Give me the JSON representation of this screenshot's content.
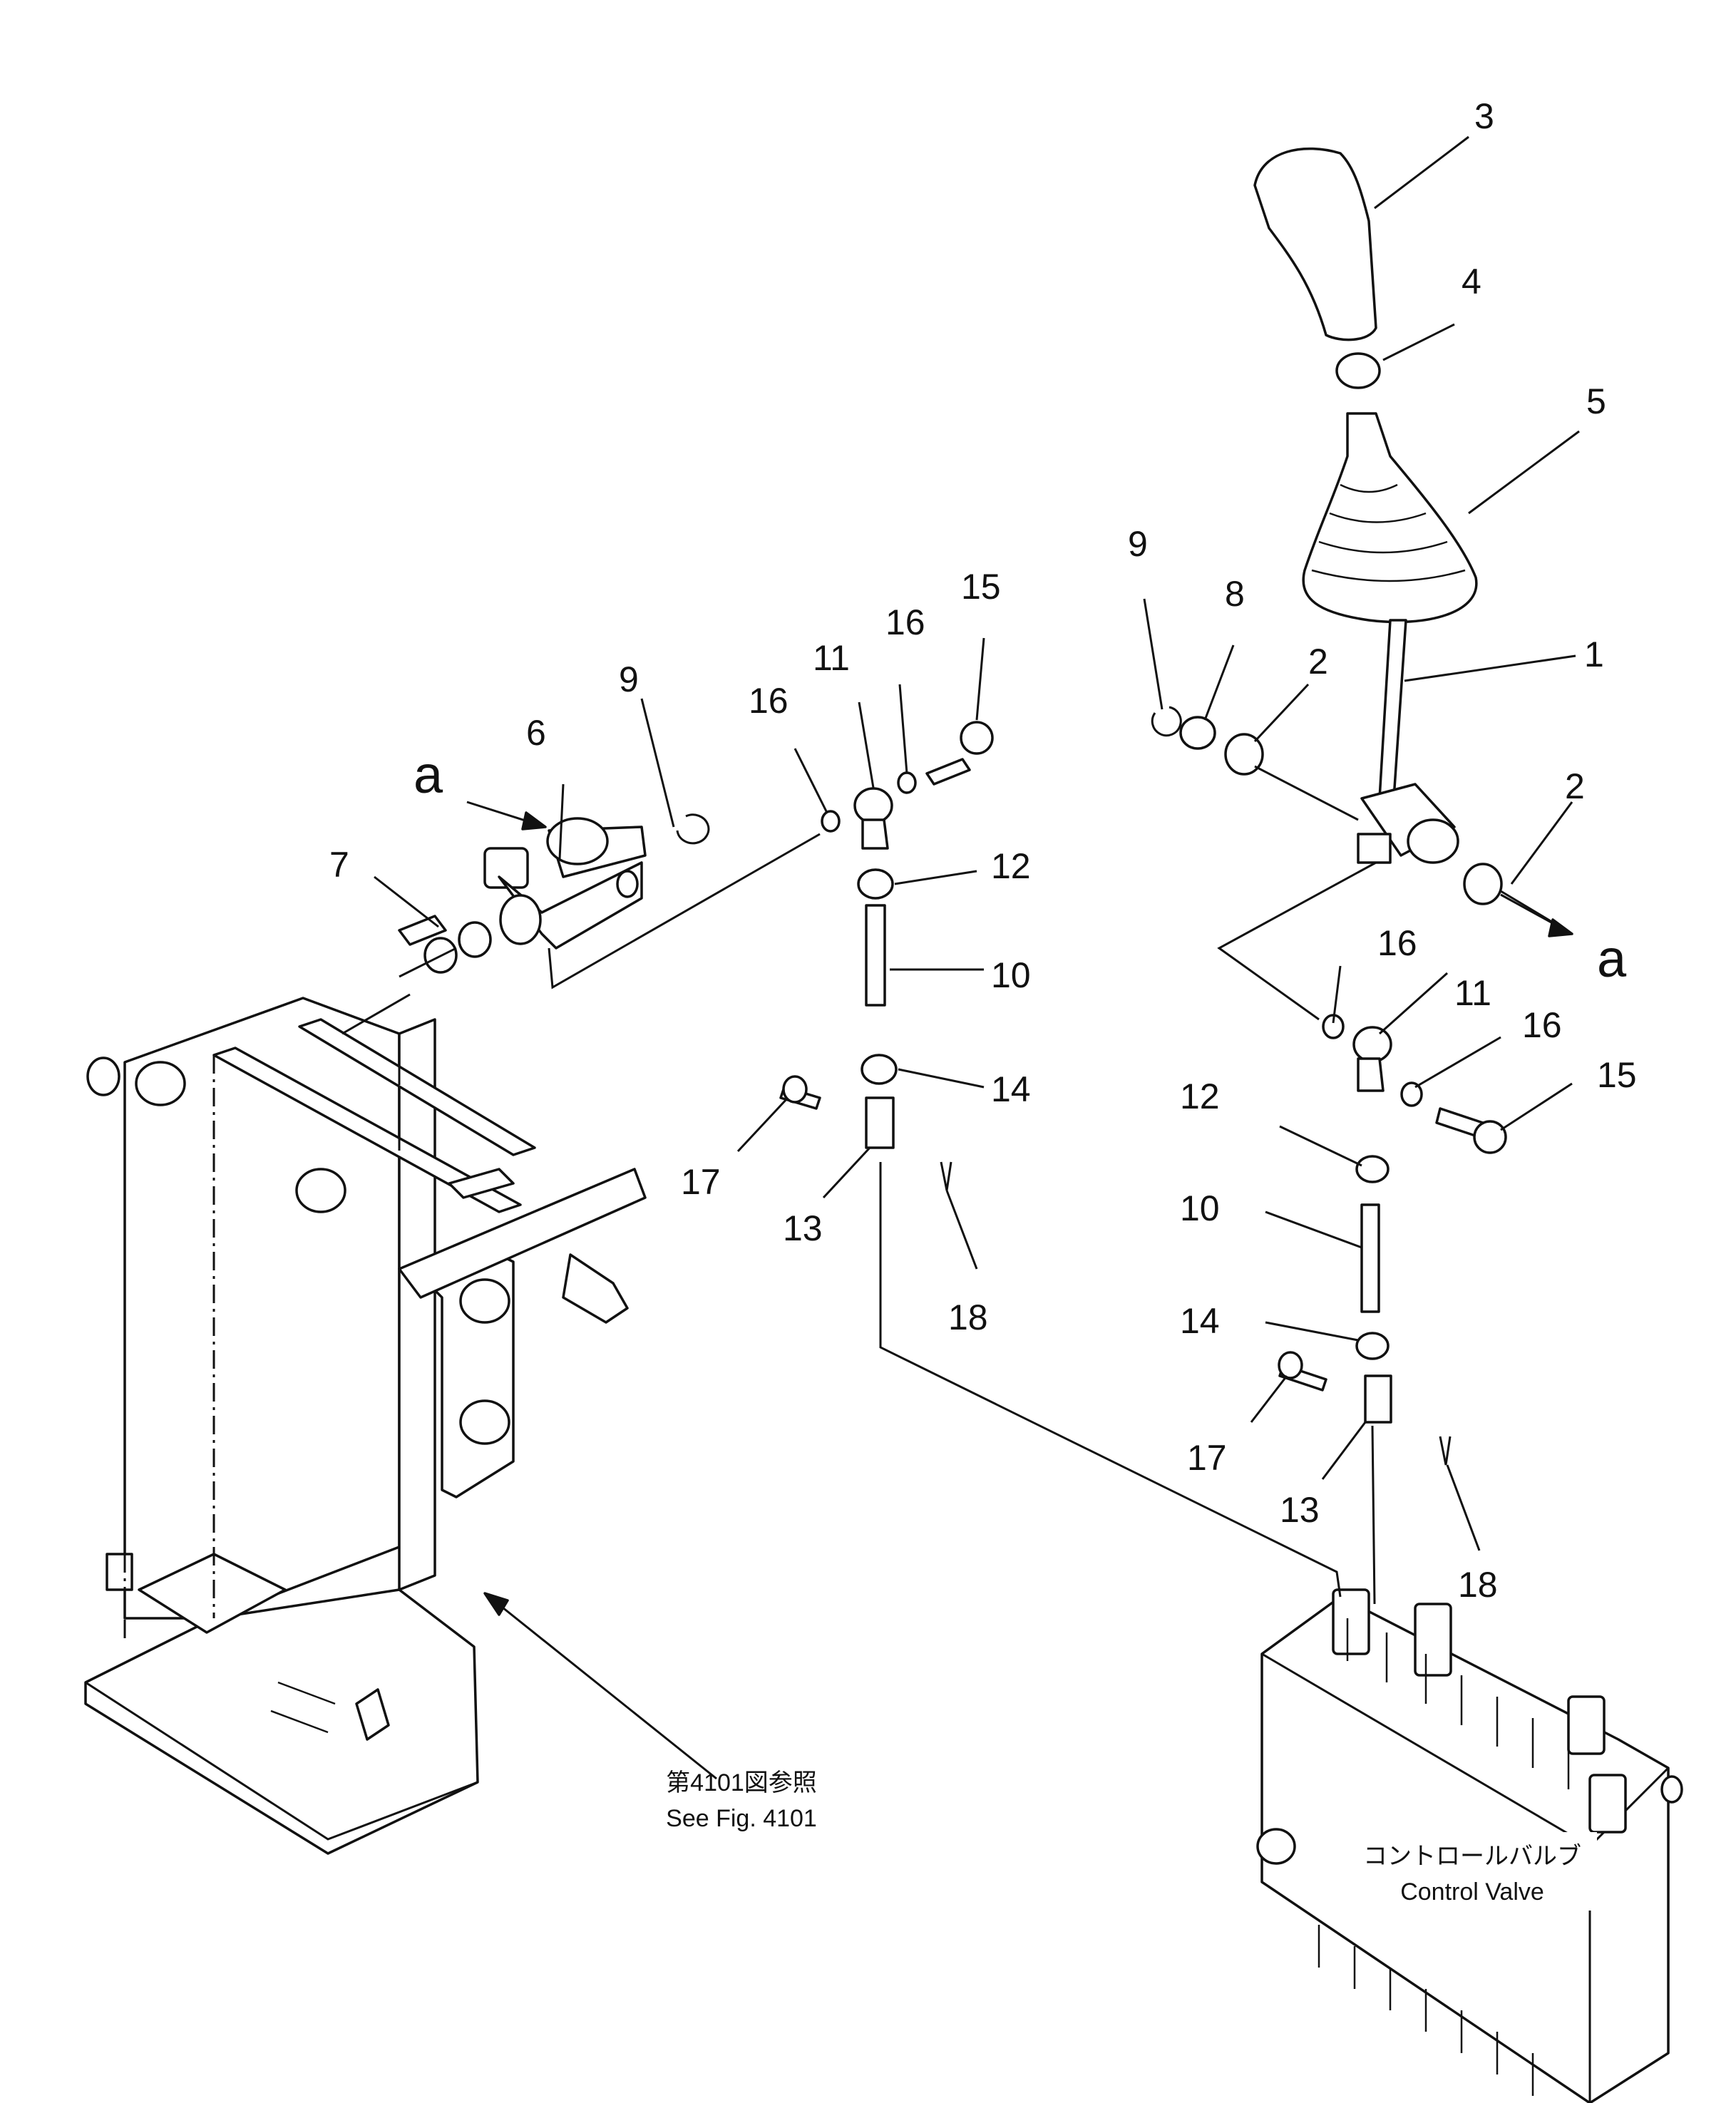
{
  "callouts": {
    "c1": "1",
    "c2a": "2",
    "c2b": "2",
    "c3": "3",
    "c4": "4",
    "c5": "5",
    "c6": "6",
    "c7": "7",
    "c8": "8",
    "c9a": "9",
    "c9b": "9",
    "c10a": "10",
    "c10b": "10",
    "c11a": "11",
    "c11b": "11",
    "c12a": "12",
    "c12b": "12",
    "c13a": "13",
    "c13b": "13",
    "c14a": "14",
    "c14b": "14",
    "c15a": "15",
    "c15b": "15",
    "c16a": "16",
    "c16b": "16",
    "c16c": "16",
    "c16d": "16",
    "c17a": "17",
    "c17b": "17",
    "c18a": "18",
    "c18b": "18"
  },
  "reference_letters": {
    "left": "a",
    "right": "a"
  },
  "notes": {
    "see_fig_jp": "第4101図参照",
    "see_fig_en": "See Fig. 4101",
    "valve_jp": "コントロールバルブ",
    "valve_en": "Control Valve"
  }
}
